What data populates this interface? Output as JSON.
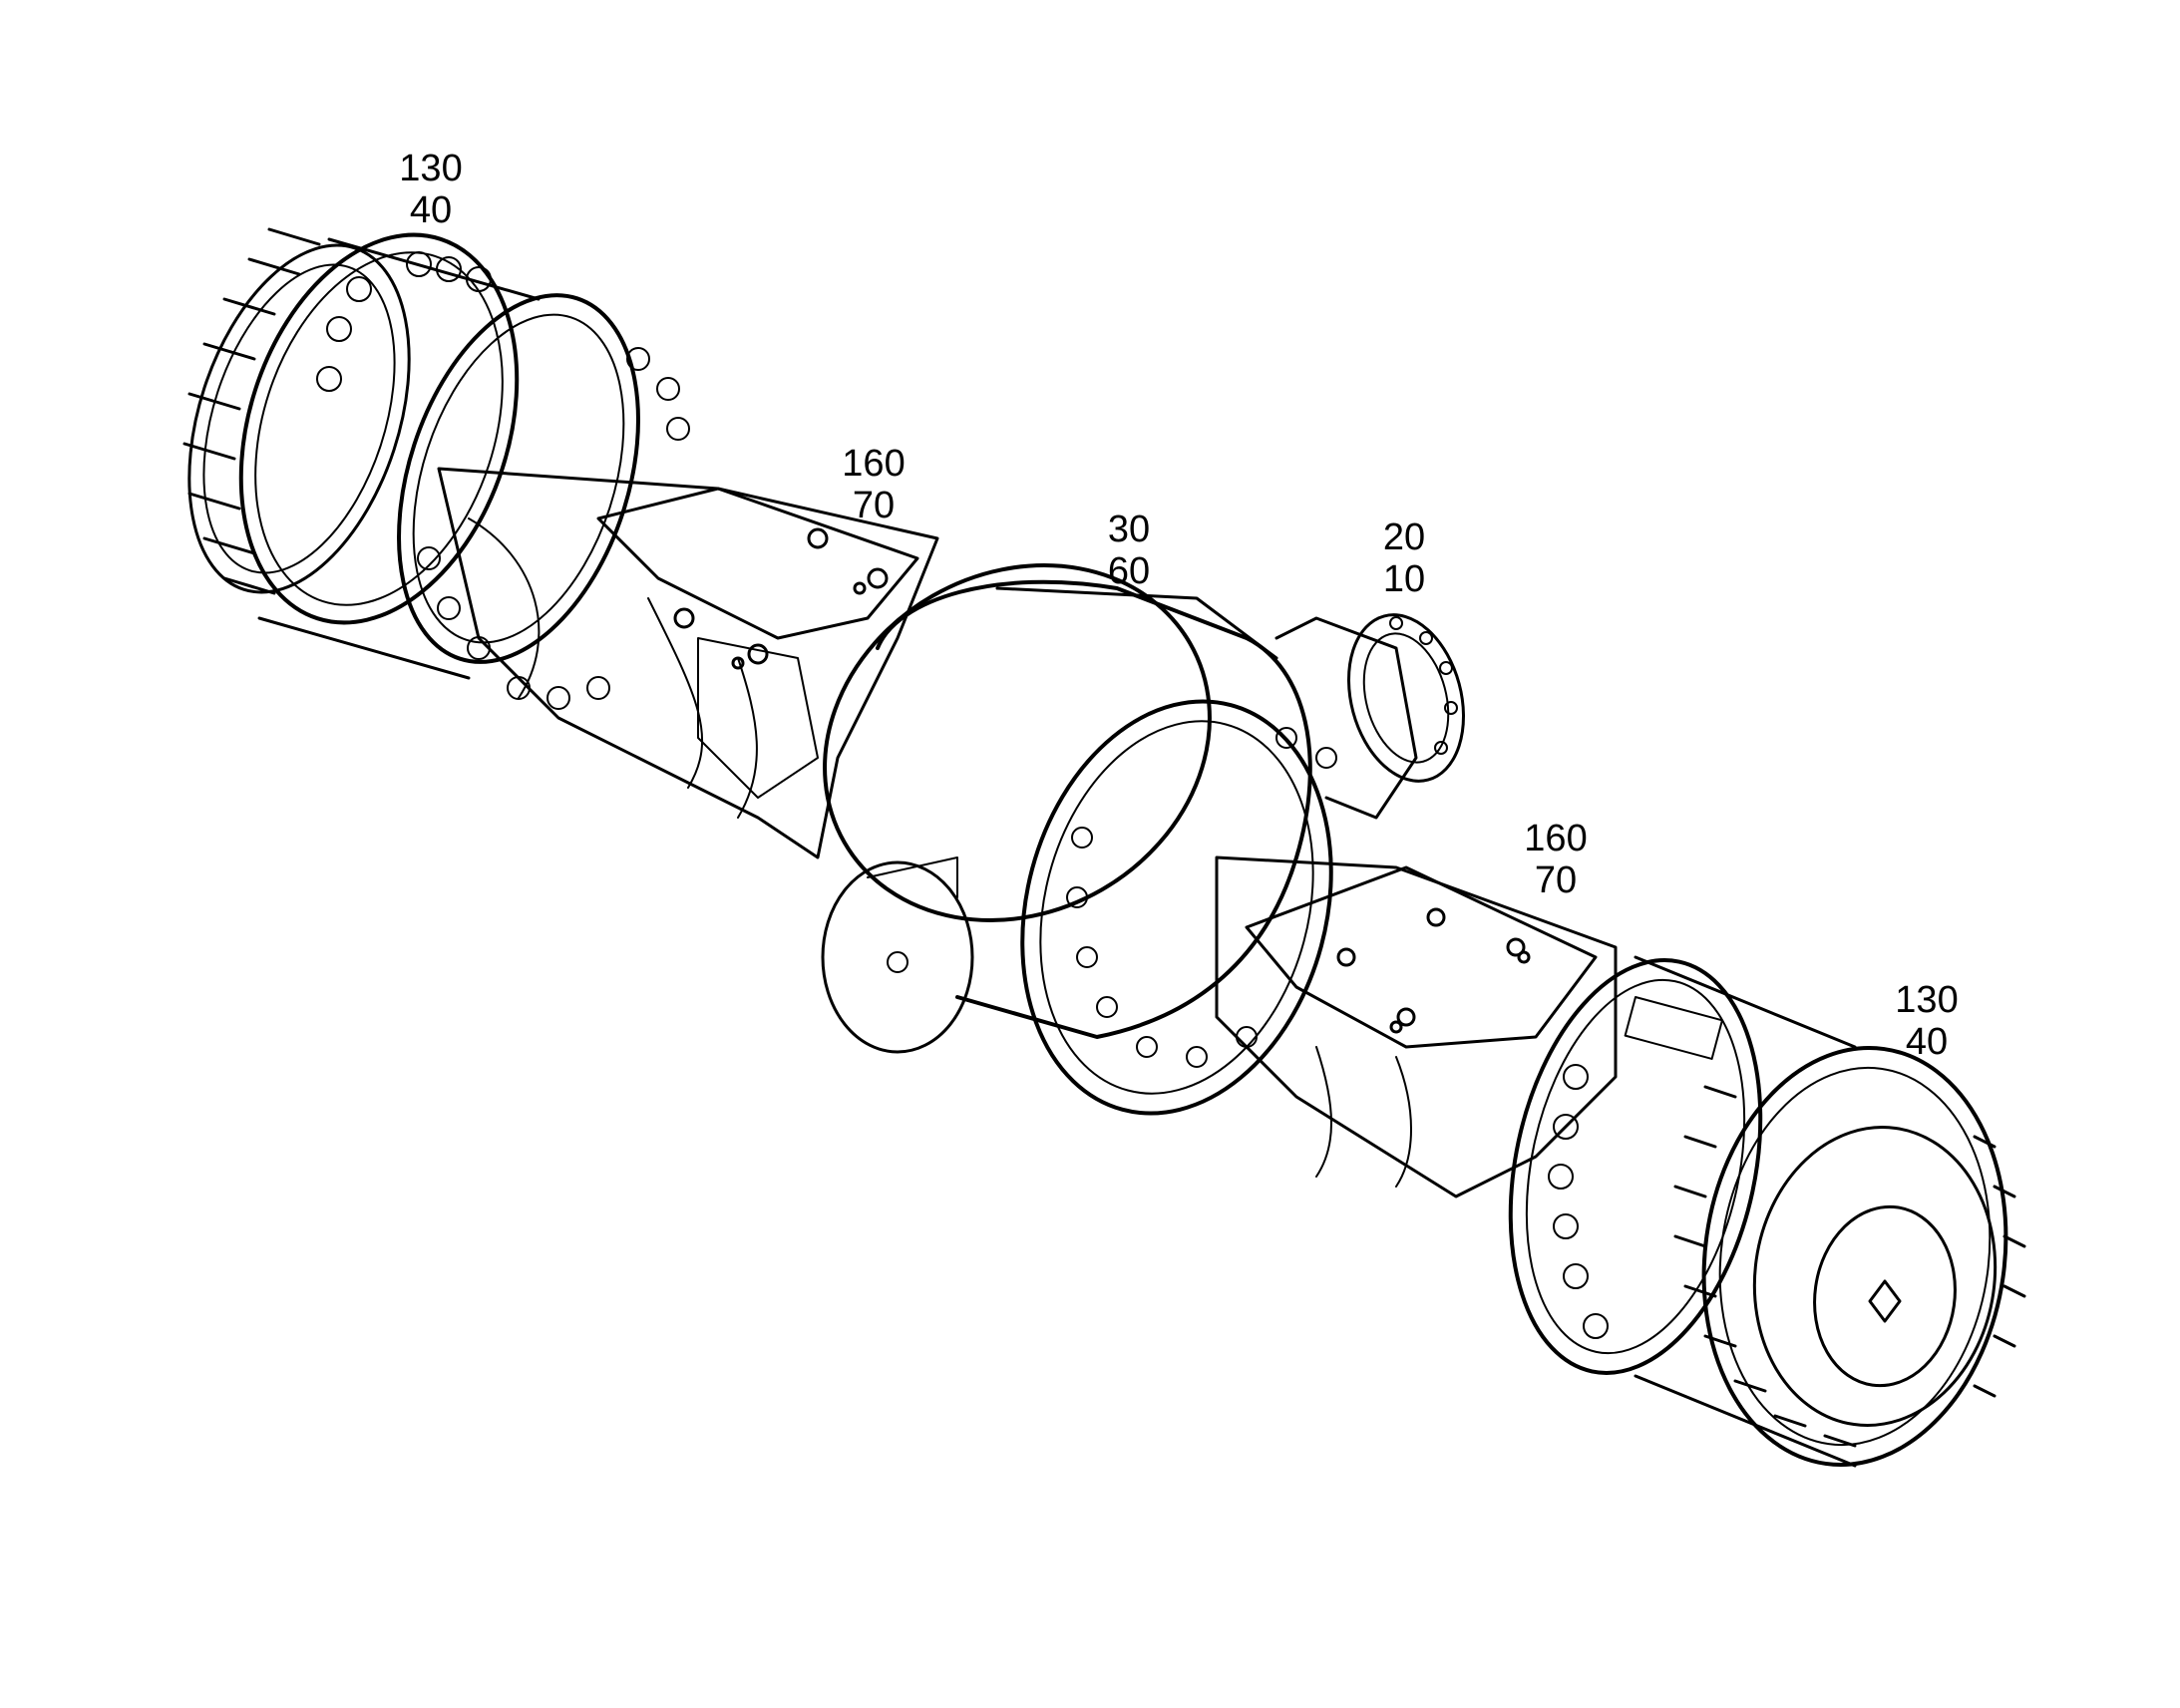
{
  "colors": {
    "line": "#000000",
    "background": "#ffffff"
  },
  "callouts": {
    "wheel_hub_left": {
      "line1": "130",
      "line2": "40"
    },
    "axle_tube_left": {
      "line1": "160",
      "line2": "70"
    },
    "differential": {
      "line1": "30",
      "line2": "60"
    },
    "input_flange": {
      "line1": "20",
      "line2": "10"
    },
    "axle_tube_right": {
      "line1": "160",
      "line2": "70"
    },
    "wheel_hub_right": {
      "line1": "130",
      "line2": "40"
    }
  }
}
